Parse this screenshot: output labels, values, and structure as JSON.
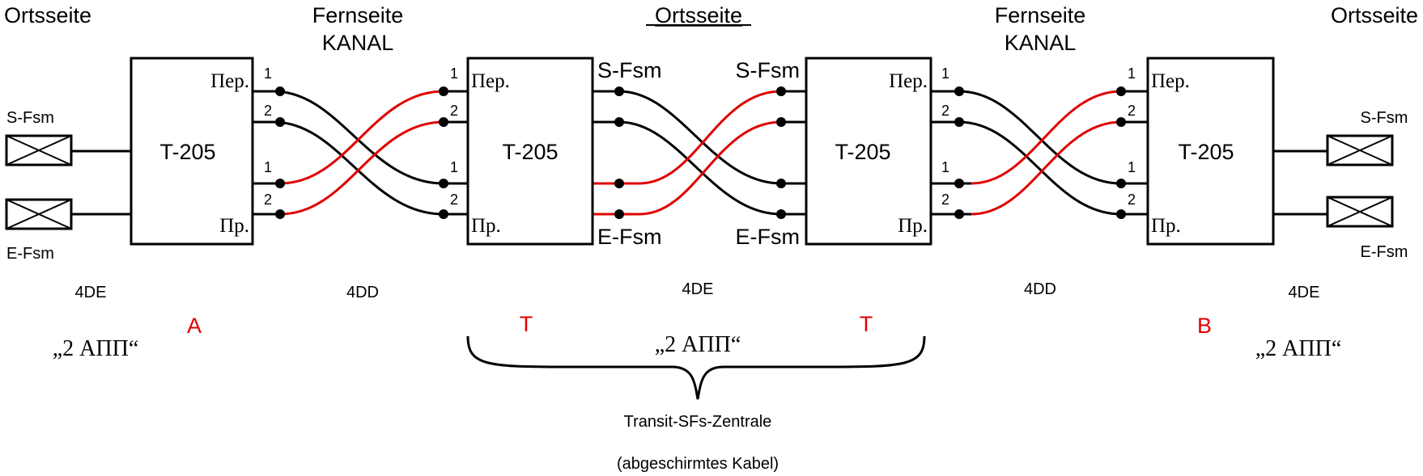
{
  "header": {
    "ortsseite_left": "Ortsseite",
    "fernseite_left": "Fernseite",
    "kanal_left": "KANAL",
    "ortsseite_center": "Ortsseite",
    "fernseite_right": "Fernseite",
    "kanal_right": "KANAL",
    "ortsseite_right": "Ortsseite"
  },
  "blocks": [
    {
      "name": "T-205",
      "port_top": "Пер.",
      "port_bottom": "Пр."
    },
    {
      "name": "T-205",
      "port_top": "Пер.",
      "port_bottom": "Пр."
    },
    {
      "name": "T-205",
      "port_top": "Пер.",
      "port_bottom": "Пр."
    },
    {
      "name": "T-205",
      "port_top": "Пер.",
      "port_bottom": "Пр."
    }
  ],
  "pair_numbers": [
    "1",
    "2",
    "1",
    "2"
  ],
  "terminals": {
    "s_fsm": "S-Fsm",
    "e_fsm": "E-Fsm"
  },
  "links": {
    "four_de": "4DE",
    "four_dd": "4DD"
  },
  "stations": {
    "a": "A",
    "t": "T",
    "b": "B",
    "app": "„2 АПП“"
  },
  "footer": {
    "transit": "Transit-SFs-Zentrale",
    "cable": "(abgeschirmtes Kabel)"
  },
  "colors": {
    "line": "#000000",
    "crossed_pair": "#e00000",
    "station_label": "#e00000"
  }
}
